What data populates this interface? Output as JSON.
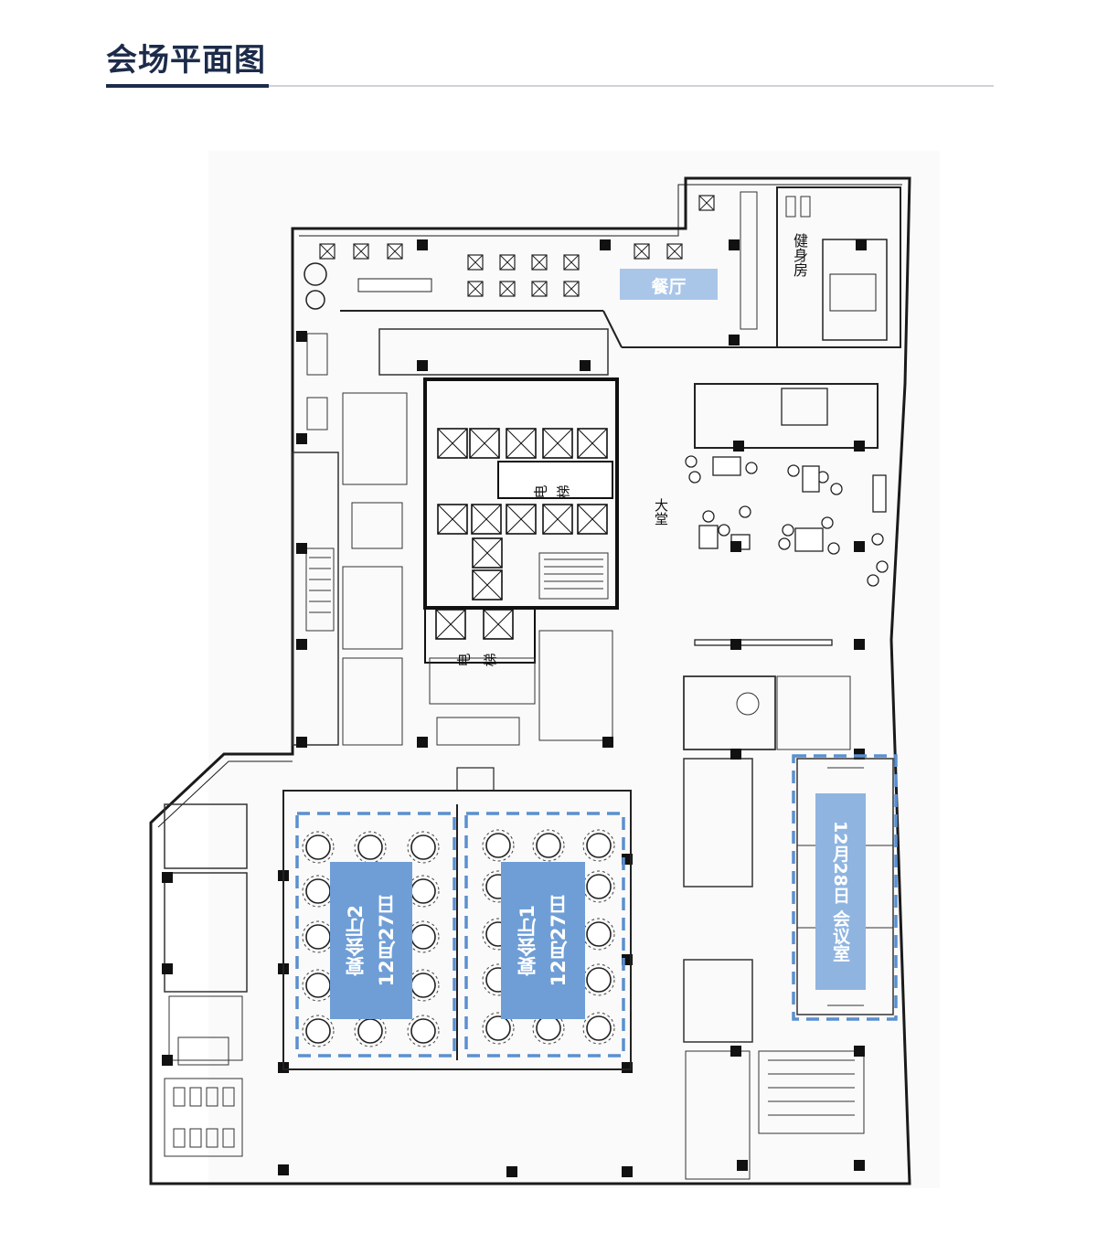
{
  "page": {
    "title": "会场平面图"
  },
  "colors": {
    "title": "#1c2b4a",
    "highlight": "#6f9ed6",
    "highlight_light": "#a9c6e8",
    "highlight_border": "#5b8fd0",
    "wall": "#1a1a1a"
  },
  "rooms": {
    "restaurant": "餐厅",
    "gym": "健身房",
    "lobby": "大堂",
    "elevator_1": "电梯",
    "elevator_2": "电梯",
    "banquet_2": {
      "date": "12月27日",
      "name": "宴会厅2"
    },
    "banquet_1": {
      "date": "12月27日",
      "name": "宴会厅1"
    },
    "meeting": {
      "label": "12月28日 会议室"
    }
  }
}
